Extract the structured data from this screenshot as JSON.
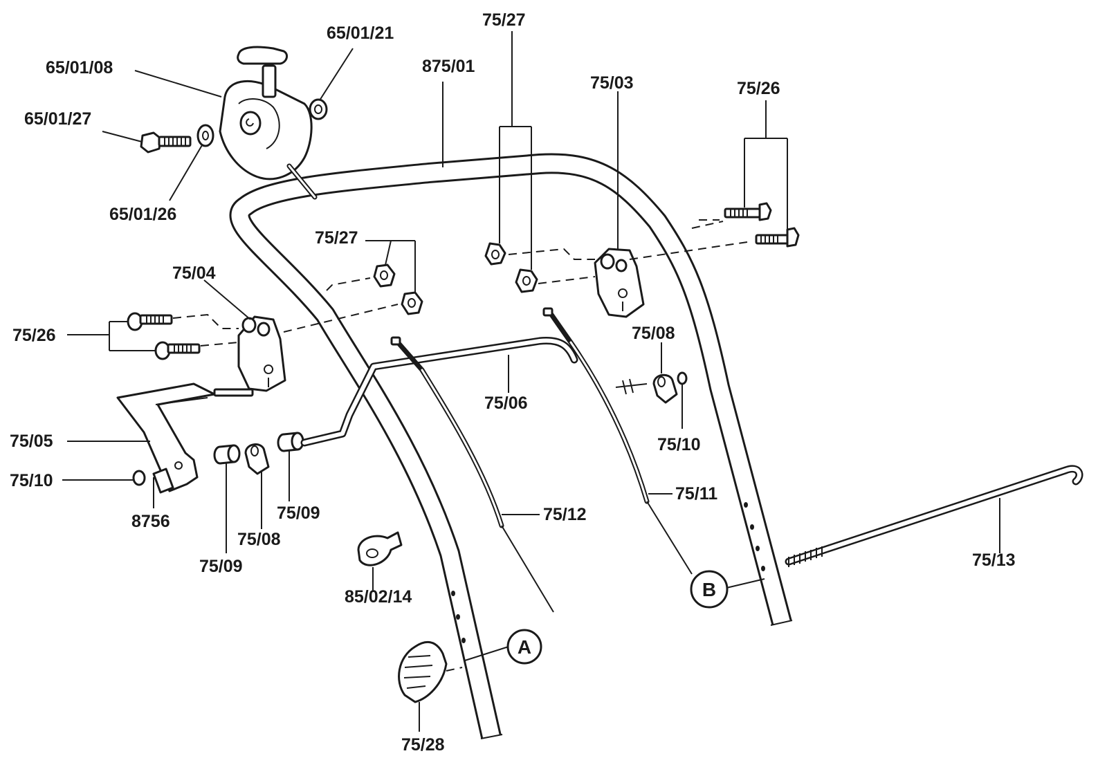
{
  "labels": {
    "p_65_01_08": "65/01/08",
    "p_65_01_21": "65/01/21",
    "p_65_01_27": "65/01/27",
    "p_65_01_26": "65/01/26",
    "p_875_01": "875/01",
    "p_75_27_top": "75/27",
    "p_75_03": "75/03",
    "p_75_26_right": "75/26",
    "p_75_27_mid": "75/27",
    "p_75_04": "75/04",
    "p_75_26_left": "75/26",
    "p_75_08_right": "75/08",
    "p_75_06": "75/06",
    "p_75_05": "75/05",
    "p_75_10_left": "75/10",
    "p_75_10_right": "75/10",
    "p_8756": "8756",
    "p_75_09_a": "75/09",
    "p_75_08_left": "75/08",
    "p_75_09_b": "75/09",
    "p_75_12": "75/12",
    "p_75_11": "75/11",
    "p_75_13": "75/13",
    "p_85_02_14": "85/02/14",
    "p_75_28": "75/28",
    "ref_a": "A",
    "ref_b": "B"
  }
}
